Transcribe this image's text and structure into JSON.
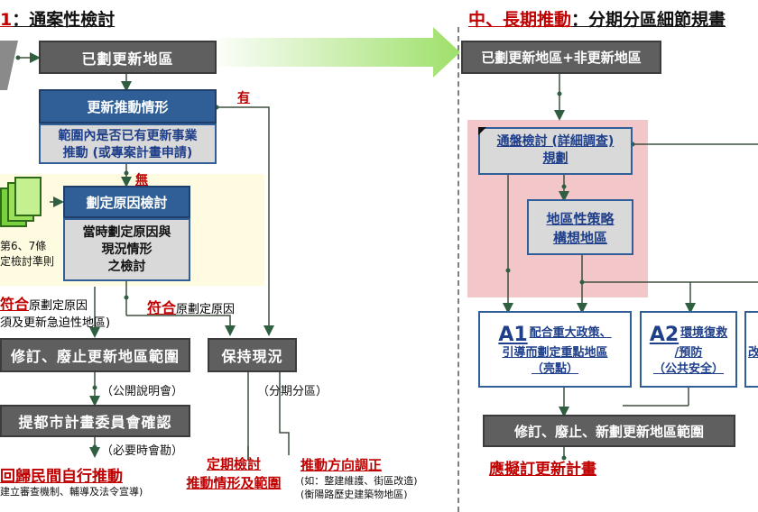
{
  "left_header": {
    "title_prefix": "1",
    "title": "：通案性檢討"
  },
  "right_header": {
    "title_red": "中、長期推動",
    "title_black": "：分期分區細節規畫"
  },
  "left": {
    "box_existing": "已劃更新地區",
    "box_promotion": "更新推動情形",
    "scope_question_line1": "範圍內是否已有更新事業",
    "scope_question_line2": "推動 (或專案計畫申請)",
    "label_yes": "有",
    "label_no": "無",
    "box_reason_check": "劃定原因檢討",
    "reason_detail_line1": "當時劃定原因與",
    "reason_detail_line2": "現況情形",
    "reason_detail_line3": "之檢討",
    "side_text_line1": "第6、7條",
    "side_text_line2": "定檢討準則",
    "match_label": "符合",
    "match_suffix": "原劃定原因",
    "nomatch_label": "符合",
    "nomatch_suffix": "原劃定原因",
    "nomatch_line2": "須及更新急迫性地區)",
    "box_revise": "修訂、廢止更新地區範圍",
    "box_keep": "保持現況",
    "public_hearing": "（公開說明會）",
    "phased": "（分期分區）",
    "box_committee": "提都市計畫委員會確認",
    "site_visit": "（必要時會勘）",
    "result_private": "回歸民間自行推動",
    "result_private_sub": "建立審查機制、輔導及法令宣導)",
    "result_periodic_line1": "定期檢討",
    "result_periodic_line2": "推動情形及範圍",
    "result_direction": "推動方向調正",
    "result_direction_sub1": "(如：整建維護、街區改造)",
    "result_direction_sub2": "(衡陽路歷史建築物地區)"
  },
  "right": {
    "box_combined": "已劃更新地區+非更新地區",
    "survey_line1": "通盤檢討 (詳細調查)",
    "survey_line2": "規劃",
    "strategy_line1": "地區性策略",
    "strategy_line2": "構想地區",
    "a1_code": "A1",
    "a1_line1": "配合重大政策、",
    "a1_line2": "引導而劃定重點地區",
    "a1_line3": "（亮點）",
    "a2_code": "A2",
    "a2_line1": "環境復救",
    "a2_line2": "/預防",
    "a2_line3": "（公共安全）",
    "a3_partial": "改",
    "box_revise_new": "修訂、廢止、新劃更新地區範圍",
    "result_plan": "應擬訂更新計畫"
  },
  "colors": {
    "accent_red": "#c00000",
    "blue": "#2f5f96",
    "gray": "#5f5f5f",
    "pink": "#f3c6c9",
    "yellow": "#fffde0"
  }
}
